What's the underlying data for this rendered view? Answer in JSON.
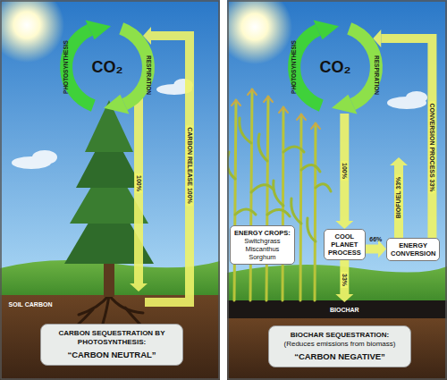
{
  "diagram": {
    "nodes": [
      {
        "text": [
          "CO₂"
        ]
      },
      {
        "text": [
          "CARBON SEQUESTRATION BY PHOTOSYNTHESIS:",
          "“CARBON NEUTRAL”"
        ]
      },
      {
        "text": [
          "CO₂"
        ]
      },
      {
        "text": [
          "ENERGY CROPS:",
          "Switchgrass Miscanthus Sorghum"
        ]
      },
      {
        "text": [
          "COOL PLANET PROCESS"
        ]
      },
      {
        "text": [
          "ENERGY CONVERSION"
        ]
      },
      {
        "text": [
          "BIOCHAR SEQUESTRATION:",
          "(Reduces emissions from biomass)",
          "“CARBON NEGATIVE”"
        ]
      }
    ],
    "edges": [
      {
        "from": 2,
        "to": 4,
        "arrow": "to",
        "label": "100%"
      },
      {
        "from": 4,
        "to": 5,
        "arrow": "to",
        "label": "66%"
      },
      {
        "from": 5,
        "to": 2,
        "arrow": "to",
        "label": "CONVERSION PROCESS 33%"
      }
    ],
    "labels": [
      "PHOTOSYNTHESIS",
      "RESPIRATION",
      "100%",
      "CARBON RELEASE 100%",
      "SOIL CARBON",
      "PHOTOSYNTHESIS",
      "RESPIRATION",
      "BIOFUEL 33%",
      "33%",
      "BIOCHAR"
    ]
  }
}
